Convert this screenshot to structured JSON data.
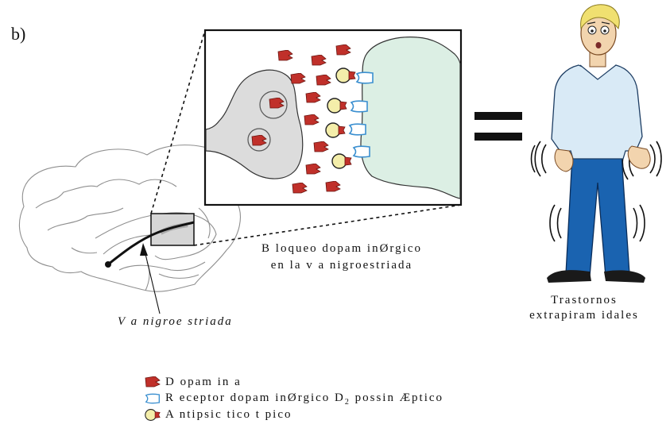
{
  "panel_label": "b)",
  "tract_label": "V a nigroe striada",
  "blockade_caption": {
    "line1": "B loqueo dopam inØrgico",
    "line2": "en la v a nigroestriada"
  },
  "result_caption": {
    "line1": "Trastornos",
    "line2": "extrapiram idales"
  },
  "legend": {
    "dopamine": "D opam in a",
    "receptor_prefix": "R eceptor dopam inØrgico D",
    "receptor_subscript": "2",
    "receptor_suffix": " possin Æptico",
    "antipsychotic": "A ntipsic  tico t pico"
  },
  "colors": {
    "dopamine": "#c0302a",
    "receptor": "#3a8fd0",
    "antipsychotic": "#f4eeaa",
    "presynaptic": "#dcdcdc",
    "postsynaptic": "#dcefe4",
    "shirt": "#d9eaf6",
    "pants": "#1a63b0"
  }
}
